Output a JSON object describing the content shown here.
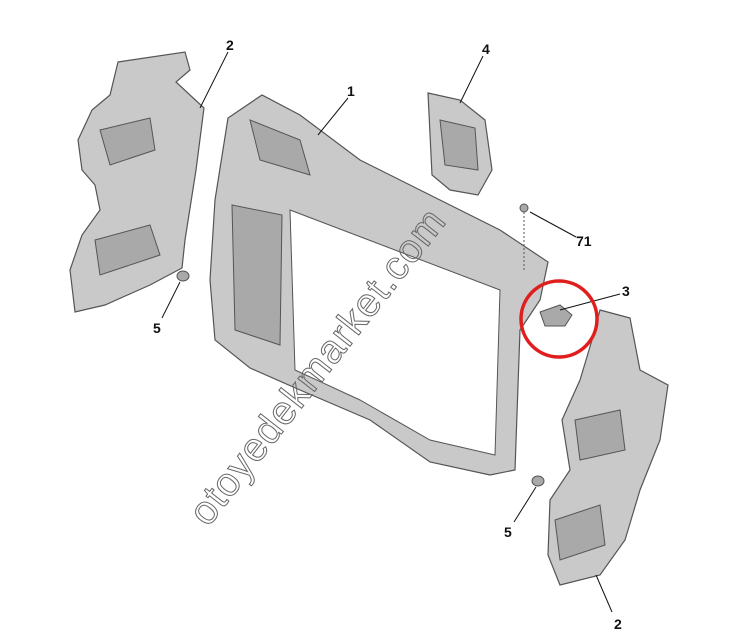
{
  "diagram": {
    "labels": [
      {
        "id": "label-2-top",
        "text": "2"
      },
      {
        "id": "label-1",
        "text": "1"
      },
      {
        "id": "label-4",
        "text": "4"
      },
      {
        "id": "label-71",
        "text": "71"
      },
      {
        "id": "label-3",
        "text": "3"
      },
      {
        "id": "label-5-left",
        "text": "5"
      },
      {
        "id": "label-5-right",
        "text": "5"
      },
      {
        "id": "label-2-bottom",
        "text": "2"
      }
    ],
    "watermark": "otoyedekmarket.com",
    "highlight_color": "#e01e1e",
    "highlighted_part": "3"
  }
}
